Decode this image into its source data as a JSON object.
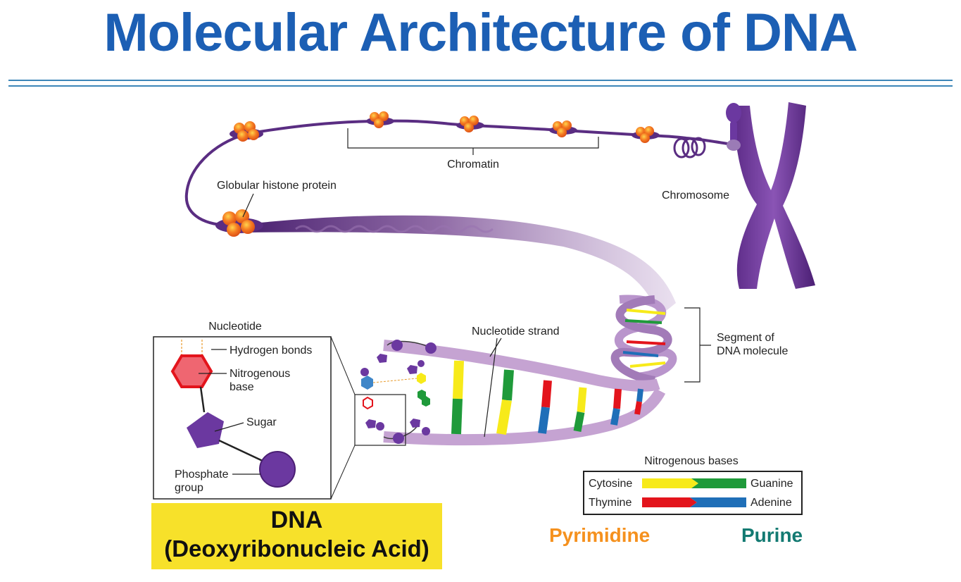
{
  "title": "Molecular Architecture of DNA",
  "labels": {
    "chromatin": "Chromatin",
    "globular_histone_protein": "Globular histone protein",
    "chromosome": "Chromosome",
    "nucleotide": "Nucleotide",
    "hydrogen_bonds": "Hydrogen bonds",
    "nitrogenous_base_line1": "Nitrogenous",
    "nitrogenous_base_line2": "base",
    "sugar": "Sugar",
    "phosphate_line1": "Phosphate",
    "phosphate_line2": "group",
    "nucleotide_strand": "Nucleotide strand",
    "segment_line1": "Segment of",
    "segment_line2": "DNA molecule"
  },
  "legend": {
    "title": "Nitrogenous bases",
    "pairs": [
      {
        "left": "Cytosine",
        "right": "Guanine",
        "left_color": "#f7ea1a",
        "right_color": "#1f9a3a"
      },
      {
        "left": "Thymine",
        "right": "Adenine",
        "left_color": "#e3141c",
        "right_color": "#1f6fb8"
      }
    ]
  },
  "dna_box": {
    "line1": "DNA",
    "line2": "(Deoxyribonucleic Acid)"
  },
  "categories": {
    "pyrimidine": "Pyrimidine",
    "purine": "Purine"
  },
  "colors": {
    "title": "#1c5fb4",
    "strand": "#c5a3d2",
    "chromatin": "#5a2d82",
    "histone": "#ef6b22",
    "pyrimidine": "#f5911e",
    "purine": "#137a72",
    "box": "#f7e12a"
  }
}
